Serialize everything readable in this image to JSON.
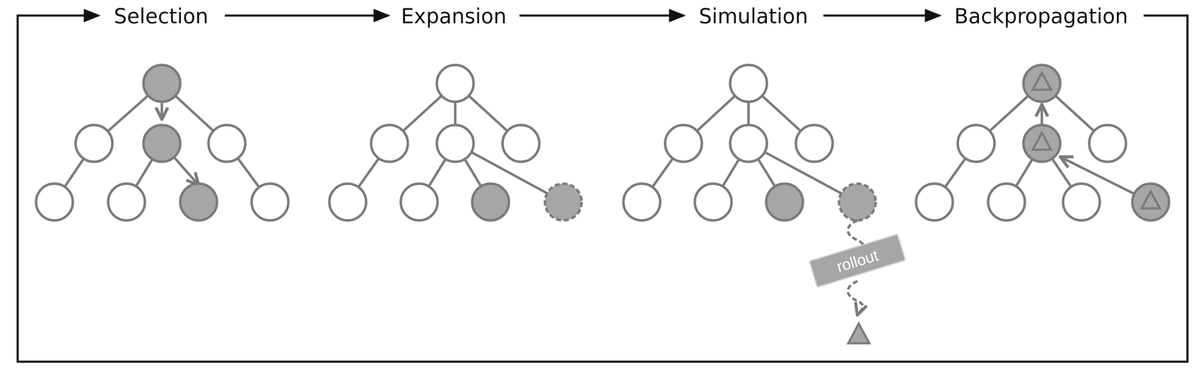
{
  "stages": [
    {
      "label": "Selection"
    },
    {
      "label": "Expansion"
    },
    {
      "label": "Simulation"
    },
    {
      "label": "Backpropagation"
    }
  ],
  "rollout": {
    "label": "rollout"
  },
  "colors": {
    "node_stroke": "#7a7a7a",
    "node_fill_selected": "#a6a6a6",
    "node_fill_empty": "#ffffff",
    "frame": "#111111",
    "rollout_box": "#a6a6a6",
    "terminal_marker": "#a6a6a6"
  },
  "icons": {
    "value_marker": "triangle-icon",
    "flow_arrow": "arrow-right-icon"
  }
}
